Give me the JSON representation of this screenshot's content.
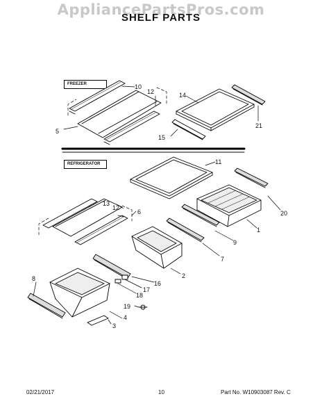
{
  "watermark": "AppliancePartsPros.com",
  "title": "SHELF PARTS",
  "sections": {
    "freezer": "FREEZER",
    "refrigerator": "REFRIGERATOR"
  },
  "callouts": {
    "p1": "1",
    "p2": "2",
    "p3": "3",
    "p4": "4",
    "p5": "5",
    "p6": "6",
    "p7": "7",
    "p8": "8",
    "p9": "9",
    "p10": "10",
    "p11": "11",
    "p12a": "12",
    "p12b": "12",
    "p13": "13",
    "p14": "14",
    "p15": "15",
    "p16": "16",
    "p17": "17",
    "p18": "18",
    "p19": "19",
    "p20": "20",
    "p21": "21"
  },
  "footer": {
    "date": "02/21/2017",
    "page": "10",
    "part_no": "Part No. W10903087  Rev. C"
  }
}
